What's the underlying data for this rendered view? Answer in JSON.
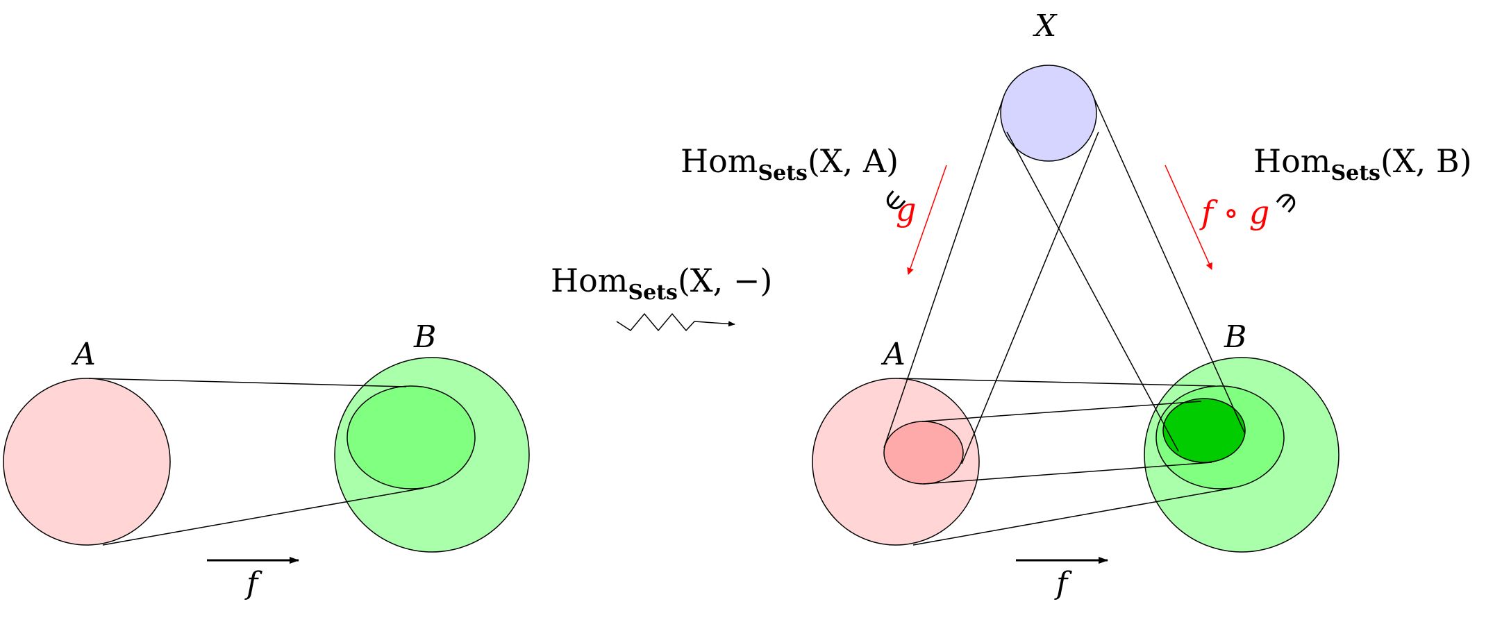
{
  "left": {
    "set_a_label": "A",
    "set_b_label": "B",
    "morphism_label": "f"
  },
  "functor": {
    "hom": "Hom",
    "subscript": "Sets",
    "args": "(X, −)"
  },
  "right": {
    "set_x_label": "X",
    "set_a_label": "A",
    "set_b_label": "B",
    "morphism_label": "f",
    "hom_a": {
      "hom": "Hom",
      "subscript": "Sets",
      "args": "(X, A)"
    },
    "hom_b": {
      "hom": "Hom",
      "subscript": "Sets",
      "args": "(X, B)"
    },
    "element_g": "g",
    "element_fg": "f ∘ g",
    "membership_symbol": "∈",
    "membership_symbol_reversed": "∋"
  },
  "colors": {
    "set_a_fill": "#ffd5d5",
    "set_a_image_fill": "#ffaaaa",
    "set_b_fill": "#aaffaa",
    "set_b_image_fill": "#80ff80",
    "set_b_inner_fill": "#00cc00",
    "set_x_fill": "#d5d5ff",
    "highlight": "#ff0000",
    "stroke": "#000000"
  }
}
